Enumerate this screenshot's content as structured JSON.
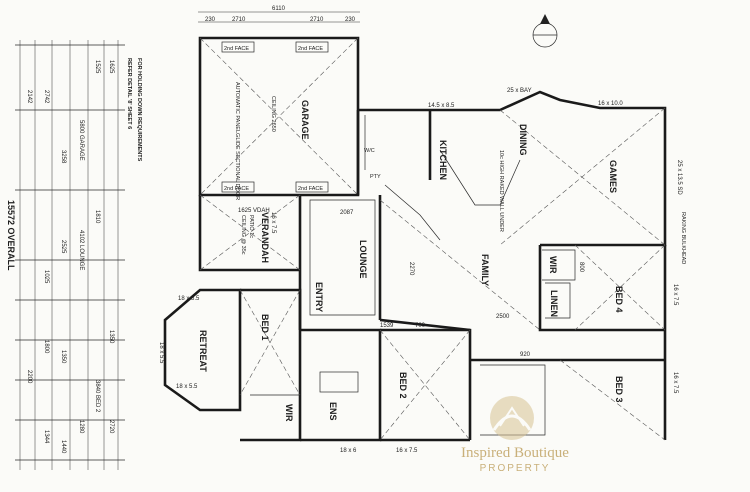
{
  "rooms": {
    "garage": "GARAGE",
    "kitchen": "KITCHEN",
    "dining": "DINING",
    "games": "GAMES",
    "lounge": "LOUNGE",
    "verandah": "VERANDAH",
    "entry": "ENTRY",
    "family": "FAMILY",
    "retreat": "RETREAT",
    "bed1": "BED 1",
    "bed2": "BED 2",
    "bed3": "BED 3",
    "bed4": "BED 4",
    "wir1": "WIR",
    "wir4": "WIR",
    "linen": "LINEN",
    "ens": "ENS"
  },
  "notes": {
    "refer_detail": "REFER DETAIL '8' SHEET 6",
    "hold_down": "FOR HOLDING DOWN REQUIREMENTS",
    "overall": "15572 OVERALL",
    "second_face": "2nd FACE",
    "panel_door": "AUTOMATIC PANELGLIDE SECTIONAL DOOR",
    "garage_ceiling": "CEILING 2650",
    "verandah_pitch": "PATIO 1c",
    "verandah_ceiling": "CEILING @ 35c",
    "raking_bulkhead": "RAKING BULKHEAD",
    "bay": "25 x BAY",
    "dining_wall": "10c HIGH RAKED WALL UNDER",
    "wc": "W/C",
    "pty": "PTY"
  },
  "dims": {
    "top_total": "6110",
    "top_left": "2710",
    "top_right": "2710",
    "top_230a": "230",
    "top_230b": "230",
    "kitchen_dim": "14.5 x 8.5",
    "games_dim": "16 x 10.0",
    "games_side": "25 x 13.5 SD",
    "bed4_dim": "16 x 7.5",
    "bed3_dim": "16 x 7.5",
    "bed2_dim": "16 x 7.5",
    "ens_dim": "18 x 6",
    "retreat_dim": "18 x 5.5",
    "retreat_dim2": "18 x 5.5",
    "verandah_dim": "16 x 7.5",
    "d1625": "1625 VDAH",
    "d2087": "2087",
    "d1539": "1539",
    "d700": "700",
    "d2500": "2500",
    "d2270": "2270",
    "d920": "920",
    "d800": "800"
  },
  "left_dims": [
    "2142",
    "2742",
    "3258",
    "4102 LOUNGE",
    "1810",
    "2525",
    "1025",
    "1350",
    "1800",
    "1350",
    "2200",
    "3840 BED 2",
    "1280",
    "1344",
    "1440",
    "2720",
    "5800 GARAGE",
    "1525",
    "1625"
  ],
  "watermark": {
    "line1": "Inspired Boutique",
    "line2": "PROPERTY"
  }
}
